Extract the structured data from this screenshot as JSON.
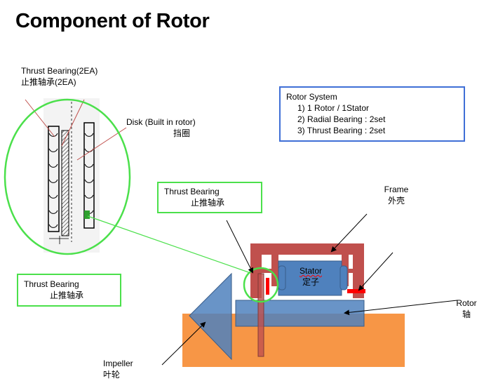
{
  "title": "Component of Rotor",
  "detail_label": {
    "en": "Thrust  Bearing(2EA)",
    "cn": "止推轴承(2EA)"
  },
  "disk_label": {
    "en": "Disk (Built  in  rotor)",
    "cn": "挡圈"
  },
  "rotor_system": {
    "heading": "Rotor  System",
    "items": [
      "1)  1  Rotor  /  1Stator",
      "2)  Radial  Bearing  :  2set",
      "3)  Thrust  Bearing  :  2set"
    ]
  },
  "thrust_box_upper": {
    "en": "Thrust  Bearing",
    "cn": "止推轴承"
  },
  "thrust_box_left": {
    "en": "Thrust  Bearing",
    "cn": "止推轴承"
  },
  "frame_label": {
    "en": "Frame",
    "cn": "外壳"
  },
  "stator_label": {
    "en": "Stator",
    "cn": "定子"
  },
  "rotor_label": {
    "en": "Rotor",
    "cn": "轴"
  },
  "impeller_label": {
    "en": "Impeller",
    "cn": "叶轮"
  },
  "colors": {
    "frame": "#c0504d",
    "blue": "#4f81bd",
    "orange": "#f79646",
    "green": "#4be04b",
    "box_blue": "#3f6fd6",
    "red_bearing": "#ff0000"
  }
}
